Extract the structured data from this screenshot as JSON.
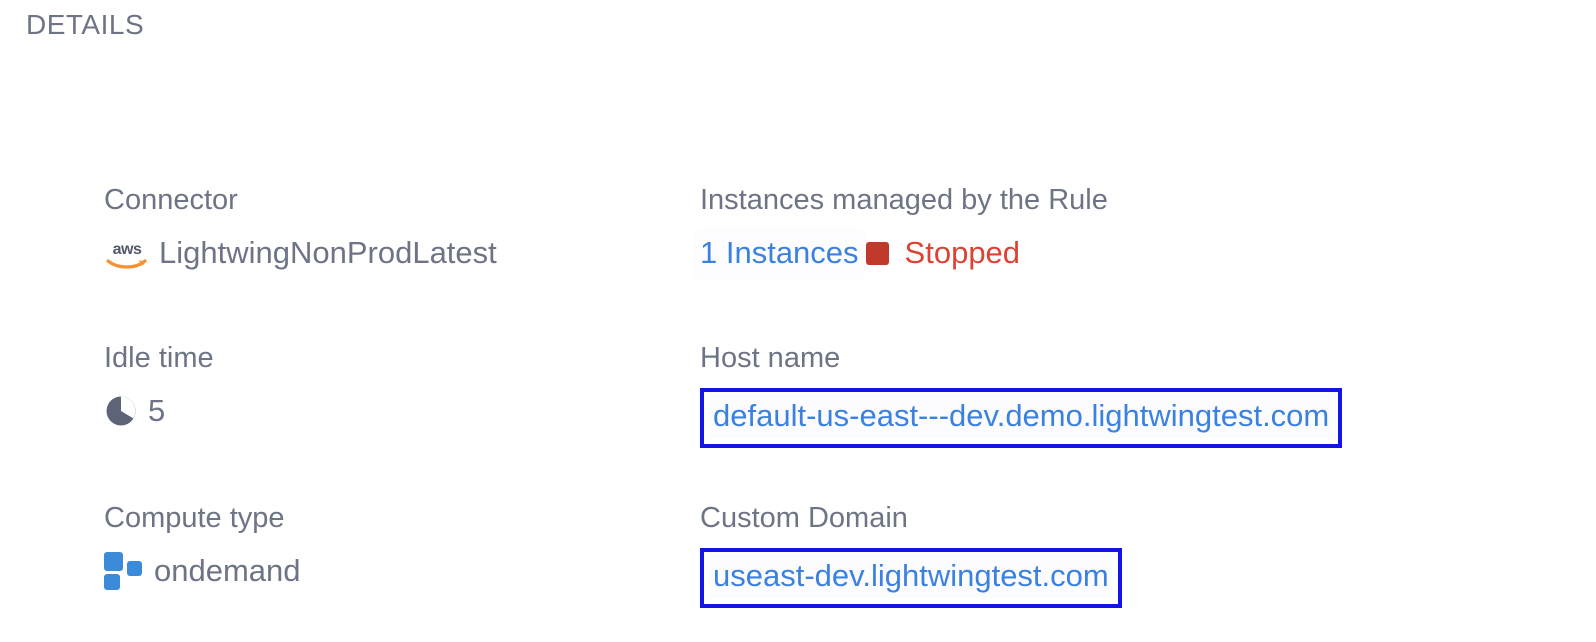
{
  "section": {
    "title": "DETAILS"
  },
  "colors": {
    "label_text": "#6d7486",
    "value_text": "#6d7486",
    "link_blue": "#3b82e0",
    "highlight_border": "#1414e6",
    "status_red": "#dd4233",
    "stop_square_red": "#c0392b",
    "compute_blue": "#3c8bd9",
    "aws_orange": "#f59132",
    "background": "#ffffff"
  },
  "fields": {
    "connector": {
      "label": "Connector",
      "icon": "aws-logo-icon",
      "value": "LightwingNonProdLatest"
    },
    "idle_time": {
      "label": "Idle time",
      "icon": "clock-icon",
      "value": "5"
    },
    "compute_type": {
      "label": "Compute type",
      "icon": "compute-type-icon",
      "value": "ondemand"
    },
    "instances_managed": {
      "label": "Instances managed by the Rule",
      "count_label": "1 Instances",
      "status_icon": "stop-square-icon",
      "status": "Stopped"
    },
    "host_name": {
      "label": "Host name",
      "value": "default-us-east---dev.demo.lightwingtest.com"
    },
    "custom_domain": {
      "label": "Custom Domain",
      "value": "useast-dev.lightwingtest.com"
    }
  }
}
